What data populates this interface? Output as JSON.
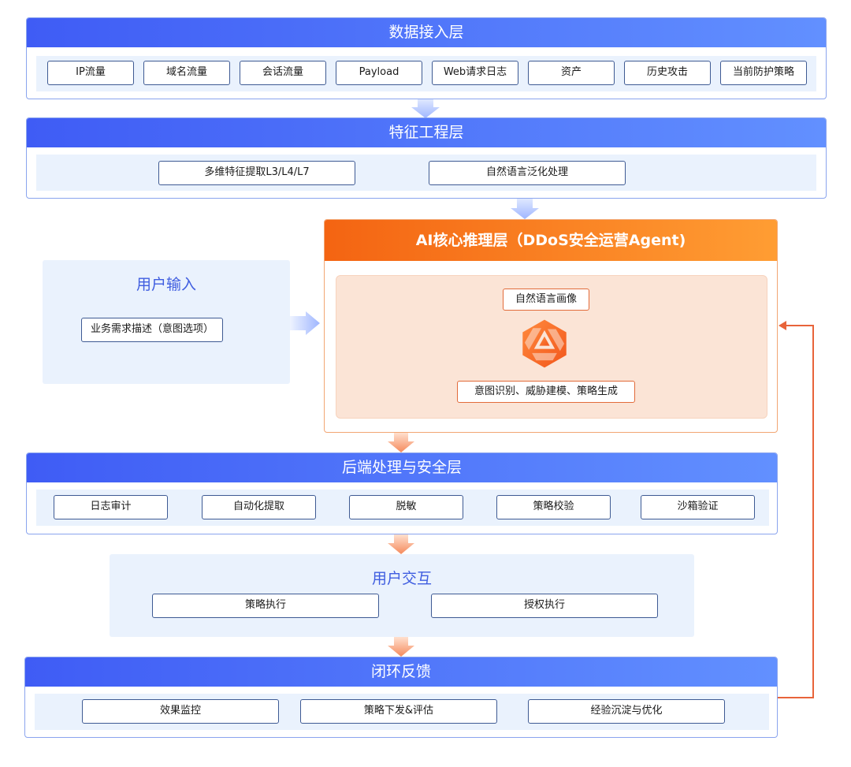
{
  "data_layer": {
    "title": "数据接入层",
    "items": [
      "IP流量",
      "域名流量",
      "会话流量",
      "Payload",
      "Web请求日志",
      "资产",
      "历史攻击",
      "当前防护策略"
    ]
  },
  "feature_layer": {
    "title": "特征工程层",
    "items": [
      "多维特征提取L3/L4/L7",
      "自然语言泛化处理"
    ]
  },
  "user_input": {
    "title": "用户输入",
    "item": "业务需求描述（意图选项）"
  },
  "ai_layer": {
    "title": "AI核心推理层（DDoS安全运营Agent)",
    "top_item": "自然语言画像",
    "bottom_item": "意图识别、威胁建模、策略生成",
    "logo_icon": "qwen-logo-icon"
  },
  "backend_layer": {
    "title": "后端处理与安全层",
    "items": [
      "日志审计",
      "自动化提取",
      "脱敏",
      "策略校验",
      "沙箱验证"
    ]
  },
  "user_interaction": {
    "title": "用户交互",
    "items": [
      "策略执行",
      "授权执行"
    ]
  },
  "feedback_layer": {
    "title": "闭环反馈",
    "items": [
      "效果监控",
      "策略下发&评估",
      "经验沉淀与优化"
    ]
  },
  "colors": {
    "blue_header_start": "#3f5cf5",
    "blue_header_end": "#6290ff",
    "orange_header_start": "#f46412",
    "orange_header_end": "#ff9d33",
    "feedback_line": "#e8643a",
    "panel_bg": "#eaf2fd"
  }
}
